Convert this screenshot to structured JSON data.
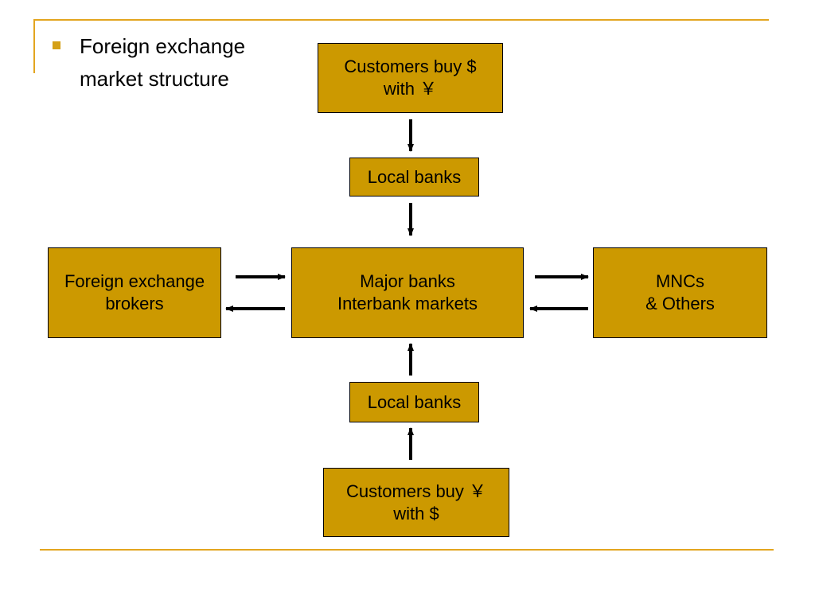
{
  "colors": {
    "box_fill": "#cc9900",
    "rule": "#e3a51f",
    "bullet": "#d4a017",
    "arrow": "#000000"
  },
  "slide": {
    "bullet_text": "Foreign exchange market structure"
  },
  "diagram": {
    "customers_buy_dollars": "Customers buy $\nwith ￥",
    "local_banks_top": "Local banks",
    "major_banks": "Major banks\nInterbank markets",
    "fx_brokers": "Foreign exchange\nbrokers",
    "mncs": "MNCs\n& Others",
    "local_banks_bottom": "Local banks",
    "customers_buy_yen": "Customers buy ￥\nwith $"
  }
}
